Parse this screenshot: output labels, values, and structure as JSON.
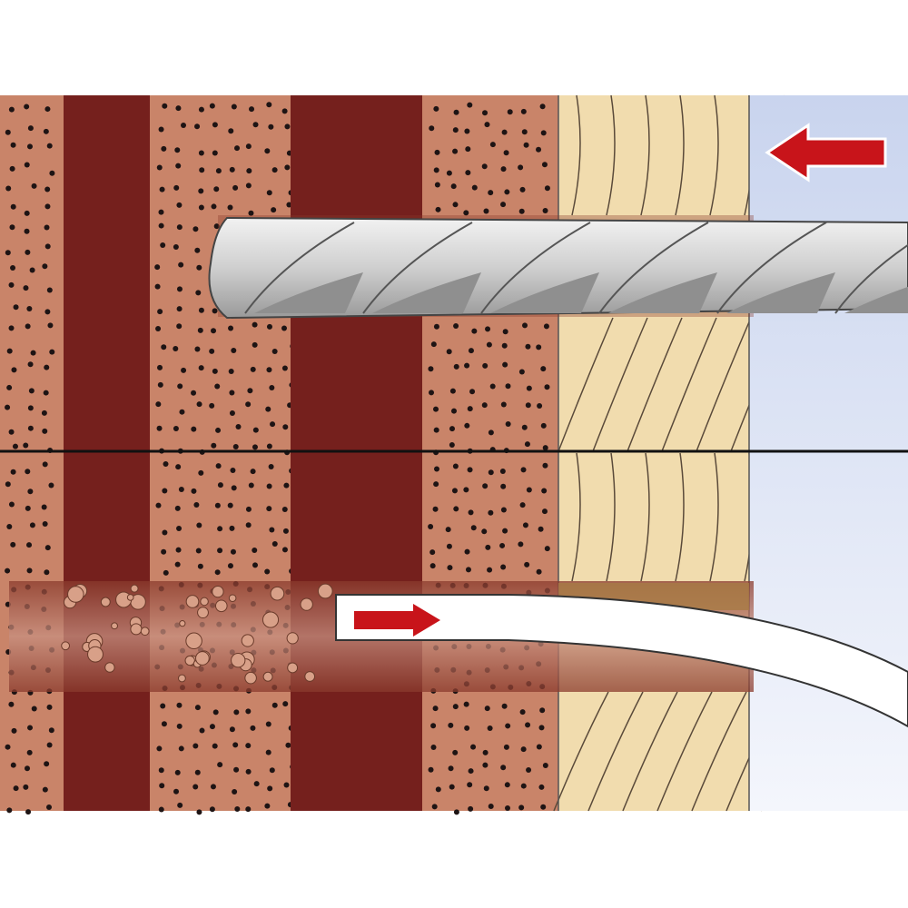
{
  "colors": {
    "brick": "#c98469",
    "brick_dots": "#1e1414",
    "mortar_dark": "#75201d",
    "wood": "#f1dcae",
    "wood_grain": "#5a4a3a",
    "wall_surface": "#dde4f3",
    "drill": "#d9d9d9",
    "arrow": "#c8141a",
    "divider": "#111111"
  },
  "panels": [
    {
      "step": "drilling",
      "arrow_direction": "left",
      "icons": [
        "drill-bit-icon",
        "arrow-left-icon"
      ]
    },
    {
      "step": "blow-out-hole",
      "arrow_direction": "right",
      "icons": [
        "blow-pump-tube-icon",
        "arrow-right-icon"
      ]
    }
  ]
}
